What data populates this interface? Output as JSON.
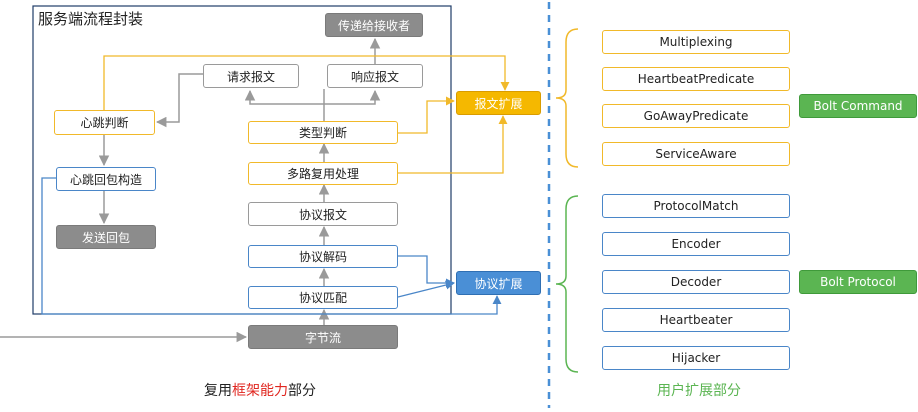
{
  "framework": {
    "title": "服务端流程封装",
    "caption_prefix": "复用",
    "caption_highlight": "框架能力",
    "caption_suffix": "部分"
  },
  "flow_nodes": {
    "deliver": "传递给接收者",
    "request": "请求报文",
    "response": "响应报文",
    "heartbeat_judge": "心跳判断",
    "type_judge": "类型判断",
    "multiplex": "多路复用处理",
    "heartbeat_build": "心跳回包构造",
    "send_back": "发送回包",
    "protocol_msg": "协议报文",
    "protocol_decode": "协议解码",
    "protocol_match": "协议匹配",
    "byte_stream": "字节流"
  },
  "extension": {
    "message_ext": "报文扩展",
    "protocol_ext": "协议扩展",
    "caption": "用户扩展部分",
    "command_items": [
      "Multiplexing",
      "HeartbeatPredicate",
      "GoAwayPredicate",
      "ServiceAware"
    ],
    "protocol_items": [
      "ProtocolMatch",
      "Encoder",
      "Decoder",
      "Heartbeater",
      "Hijacker"
    ],
    "bolt_command": "Bolt Command",
    "bolt_protocol": "Bolt Protocol"
  },
  "colors": {
    "framework_border": "#1f3c68",
    "divider": "#4a90d6",
    "connector_gray": "#9a9a9a",
    "connector_yellow": "#f1b92a",
    "connector_blue": "#4a86c8",
    "bolt_green": "#5bb552",
    "highlight_red": "#e0261f"
  }
}
